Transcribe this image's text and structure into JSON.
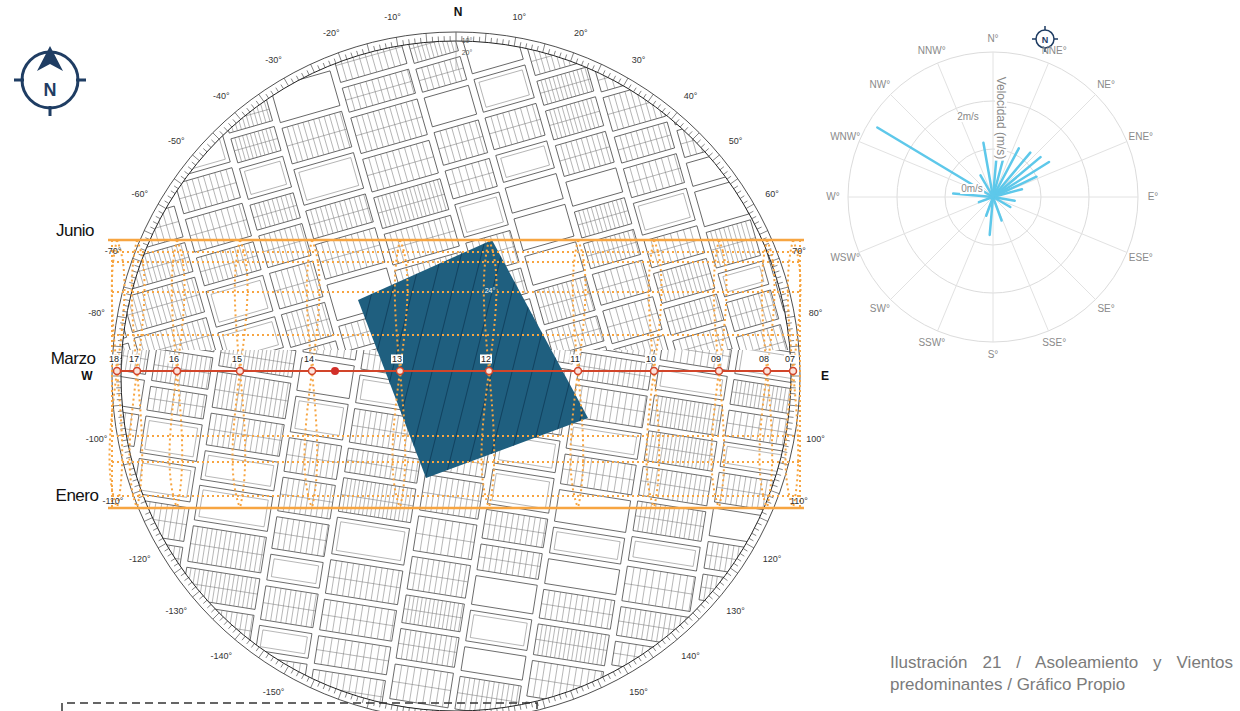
{
  "diagram": {
    "caption": "Ilustración 21 / Asoleamiento y Vientos predominantes / Gráfico Propio",
    "labels": [
      "N",
      "N",
      "10°",
      "20°",
      "-10°",
      "-20°",
      "-30°",
      "-40°",
      "-50°",
      "-60°",
      "-70°",
      "-80°",
      "W",
      "-100°",
      "-110°",
      "-120°",
      "-130°",
      "-140°",
      "-150°",
      "10°",
      "20°",
      "30°",
      "40°",
      "50°",
      "60°",
      "70°",
      "80°",
      "E",
      "100°",
      "110°",
      "120°",
      "130°",
      "140°",
      "150°",
      "Junio",
      "Marzo",
      "Enero",
      "18",
      "17",
      "16",
      "15",
      "14",
      "13",
      "12",
      "11",
      "10",
      "09",
      "08",
      "07",
      "24°",
      "N",
      "N°",
      "NNE°",
      "NE°",
      "ENE°",
      "E°",
      "ESE°",
      "SE°",
      "SSE°",
      "S°",
      "SSW°",
      "SW°",
      "WSW°",
      "W°",
      "WNW°",
      "NW°",
      "NNW°",
      "Velocidad (m/s)",
      "2m/s",
      "0m/s"
    ]
  }
}
